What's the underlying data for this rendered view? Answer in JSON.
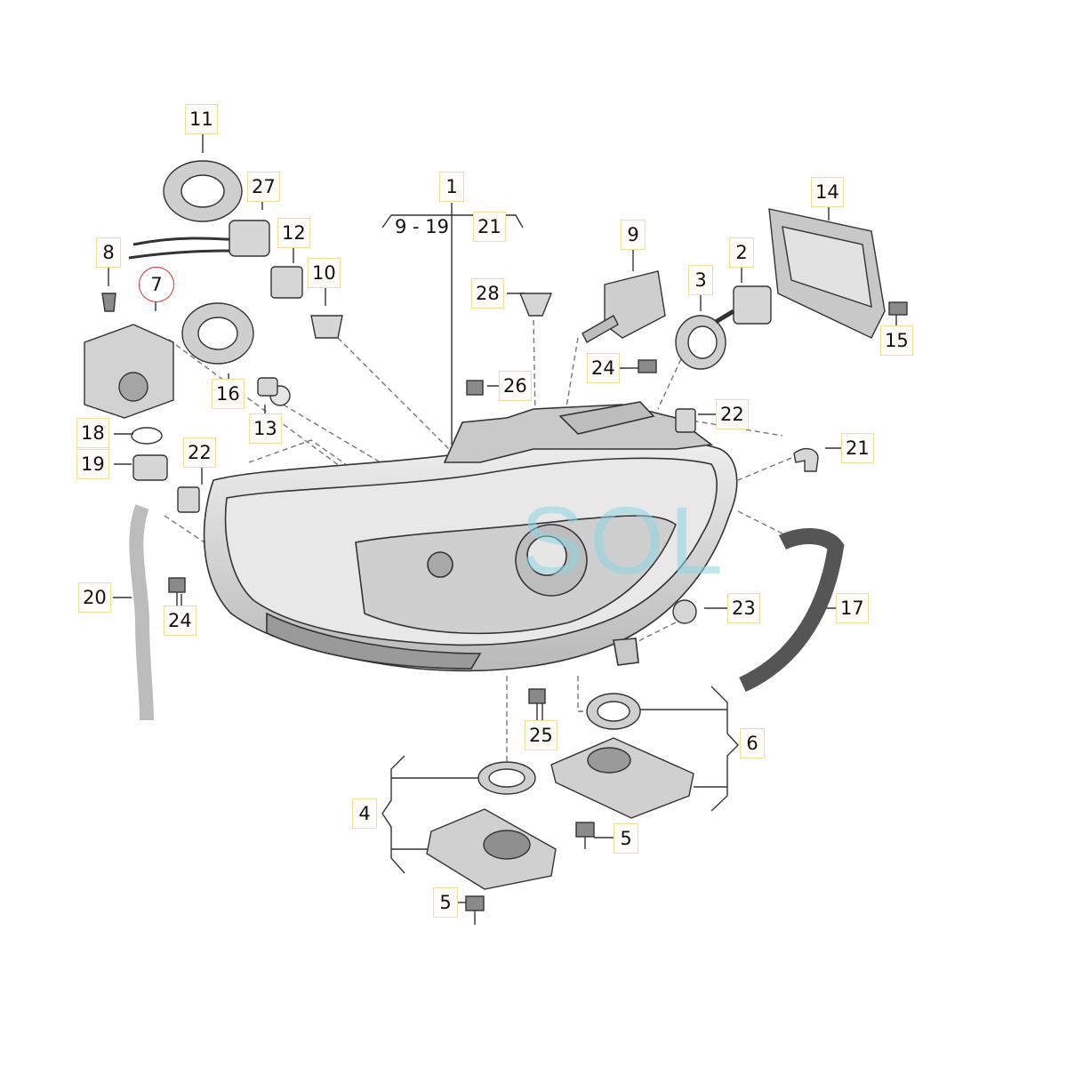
{
  "watermark": "SOL",
  "callouts": {
    "c1": "1",
    "c1_left": "9 - 19",
    "c1_right": "21",
    "c2": "2",
    "c3": "3",
    "c4": "4",
    "c5a": "5",
    "c5b": "5",
    "c6": "6",
    "c7": "7",
    "c8": "8",
    "c9": "9",
    "c10": "10",
    "c11": "11",
    "c12": "12",
    "c13": "13",
    "c14": "14",
    "c15": "15",
    "c16": "16",
    "c17": "17",
    "c18": "18",
    "c19": "19",
    "c20": "20",
    "c21a": "21",
    "c22a": "22",
    "c22b": "22",
    "c23": "23",
    "c24a": "24",
    "c24b": "24",
    "c25": "25",
    "c26": "26",
    "c27": "27",
    "c28": "28"
  },
  "colors": {
    "line": "#333333",
    "part_fill": "#dcdcdc",
    "part_dark": "#8a8a8a",
    "label_border": "#f2dc9c",
    "highlight": "#e03030",
    "watermark": "#8fd6e2"
  }
}
